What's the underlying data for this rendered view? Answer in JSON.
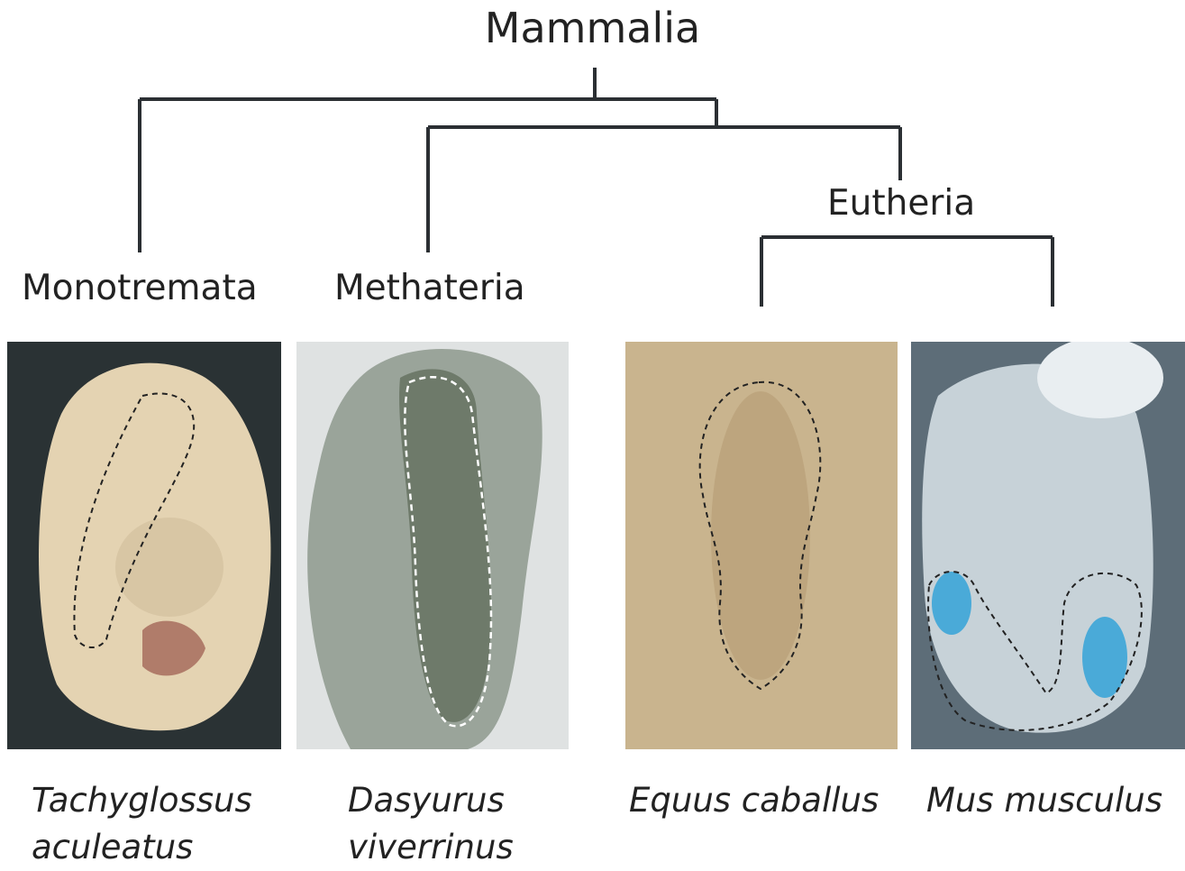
{
  "title": "Mammalia",
  "clades": {
    "monotremata": "Monotremata",
    "metatheria": "Methateria",
    "eutheria": "Eutheria"
  },
  "species": [
    {
      "line1": "Tachyglossus",
      "line2": "aculeatus"
    },
    {
      "line1": "Dasyurus",
      "line2": "viverrinus"
    },
    {
      "line1": "Equus caballus",
      "line2": ""
    },
    {
      "line1": "Mus musculus",
      "line2": ""
    }
  ],
  "colors": {
    "tree": "#2b2f33",
    "panel1_bg": "#2a3234",
    "panel1_embryo": "#e4d3b2",
    "panel2_bg": "#dfe2e2",
    "panel2_embryo": "#6e7a6a",
    "panel3_bg": "#c9b48e",
    "panel4_bg": "#5d6d78",
    "panel4_embryo": "#c7d2d8",
    "stain": "#2aa0d8"
  }
}
